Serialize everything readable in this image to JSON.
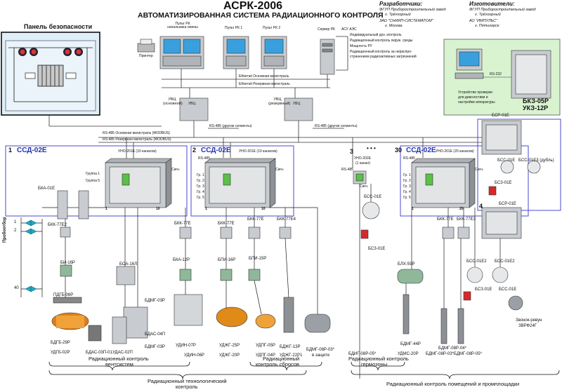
{
  "header": {
    "title": "АСРК-2006",
    "subtitle": "АВТОМАТИЗИРОВАННАЯ СИСТЕМА РАДИАЦИОННОГО КОНТРОЛЯ"
  },
  "developers": {
    "heading": "Разработчики:",
    "line1": "ФГУП Приборостроительный завод",
    "line2": "г. Трёхгорный",
    "line3": "ЗАО \"СНИИП-СИСТЕМАТОМ\"",
    "line4": "г. Москва"
  },
  "manufacturers": {
    "heading": "Изготовители:",
    "line1": "ФГУП Приборостроительный завод",
    "line2": "г. Трёхгорный",
    "line3": "АО \"ИМПУЛЬС\"",
    "line4": "г. Пятигорск"
  },
  "safety_panel": {
    "title": "Панель безопасности"
  },
  "top": {
    "printer": "Принтер",
    "rk_chief": "Пульт РК начальника смены",
    "rk1": "Пульт РК 1",
    "rk2": "Пульт РК 2",
    "server": "Сервер РК",
    "asu": "АСУ АЭС",
    "functions": [
      "Индивидуальный доз. контроль",
      "Радиационный контроль окруж. среды",
      "Мощность РУ",
      "Радиационный контроль за нераспро-",
      "странением радиоактивных загрязнений"
    ],
    "eth_main": "Ethernet Основная магистраль",
    "eth_res": "Ethernet Резервная магистраль",
    "uvc_main": "УВЦ (основной)",
    "uvc_res": "УВЦ (резервный)",
    "uvc_label": "УВЦ",
    "rs485_other1": "RS-485 (другие сегменты)",
    "rs485_other2": "RS-485 (другие сегменты)",
    "rs485_main": "RS-485 Основная магистраль (MODBUS)",
    "rs485_res": "RS-485 Резервная магистраль (MODBUS)",
    "rs485": "RS-485",
    "rs232": "RS-232"
  },
  "check_device": {
    "text1": "Устройство проверки",
    "text2": "для диагностики и",
    "text3": "настройки аппаратуры",
    "model1": "БКЗ-05Р",
    "model2": "УКЗ-12Р"
  },
  "segments": {
    "n1": "1",
    "n2": "2",
    "n3": "3",
    "n30": "30",
    "ssd": "ССД-02Е",
    "uno_10": "УНО-201Е (10 каналов)",
    "uno_202": "УНО-202Е",
    "uno_202_ch": "(1 канал)",
    "uno_20": "УНО-201Е (20 каналов)",
    "group1": "Группа 1",
    "group5": "Группа 5",
    "signal": "Сигн.",
    "gr": [
      "Гр. 1",
      "Гр. 2",
      "Гр. 3",
      "Гр. 4",
      "Гр. 5"
    ],
    "ch1": "1",
    "ch10": "10",
    "ch20": "20",
    "dots": "• • •",
    "n4": "4"
  },
  "devices": {
    "bka": "БКА-01Е",
    "bkk77e2": "БКК-77Е2",
    "bi16": "БИ-16Р",
    "probe": "Пробоотбор",
    "p1": "1",
    "p2": "2",
    "p40": "40",
    "pdgb": "ПДГБ-06Р",
    "bdgb": "БДГБ-29Р",
    "udgb": "УДГБ-02Р",
    "boa": "БОА-16Л",
    "bdmg": "БДМГ-03Р",
    "bdas03p01": "БДАС-03П-01",
    "udas02p": "УДАС-02П",
    "bdas04p": "БДАС-04П",
    "bdmg03p": "БДМГ-03Р",
    "bkk77e_a": "БКК-77Е",
    "bkk77e_b": "БКК-77Е",
    "bkk77e_c": "БКК-77Е",
    "bkk77e4": "БКК-77Е4",
    "bka12": "БКА-12Р",
    "bpi16": "БПИ-16Р",
    "bpi15": "БПИ-15Р",
    "udin07": "УДИН-07Р",
    "udin06": "УДИН-06Р",
    "udzhg25": "УДЖГ-25Р",
    "udzhg20": "УДЖГ-20Р",
    "udpg05": "УДПГ-05Р",
    "udpg04": "УДПГ-04Р",
    "bdzhg13": "БДЖГ-13Р",
    "udzhg22": "УДЖГ-22Р1",
    "bdmg08_prot": "БДМГ-08Р-03*",
    "v_zashite": "в защите",
    "bss01e": "БСС-01Е",
    "bsz01e": "БСЗ-01Е",
    "blkh": "БЛХ-59Р",
    "bdig08": "БДИГ-08Р-05*",
    "bdmg44": "БДМГ-44Р",
    "udms": "УДМС-20Р",
    "bdmg08_03": "БДМГ-08Р-03*",
    "bdmg08_04": "БДМГ-08Р-04*",
    "bdmg08_05": "БДМГ-08Р-05*",
    "bsr01e": "БСР-01Е",
    "bss01e3": "БСС-01Е3 (дубль)",
    "bss01e2": "БСС-01Е2",
    "bss01e_r": "БСС-01Е",
    "bsz01e_r": "БСЗ-01Е",
    "bkk77e_d": "БКК-77Е",
    "bkk77e3": "БКК-77Е3",
    "bss01e2_b": "БСС-01Е2",
    "bss01e_b": "БСС-01Е",
    "bsz01e_b": "БСЗ-01Е",
    "bsr01e_b": "БСР-01Е",
    "zvonok1": "Звонок-ревун",
    "zvonok2": "ЗВРФ24Г"
  },
  "footer": {
    "vent1": "Радиационный контроль",
    "vent2": "вентсистем",
    "tech1": "Радиационный технологический",
    "tech2": "контроль",
    "sbros1": "Радиационный",
    "sbros2": "контроль сбросов",
    "germ1": "Радиационный контроль",
    "germ2": "гермозоны",
    "room": "Радиационный контроль помещений и промплощадки"
  }
}
